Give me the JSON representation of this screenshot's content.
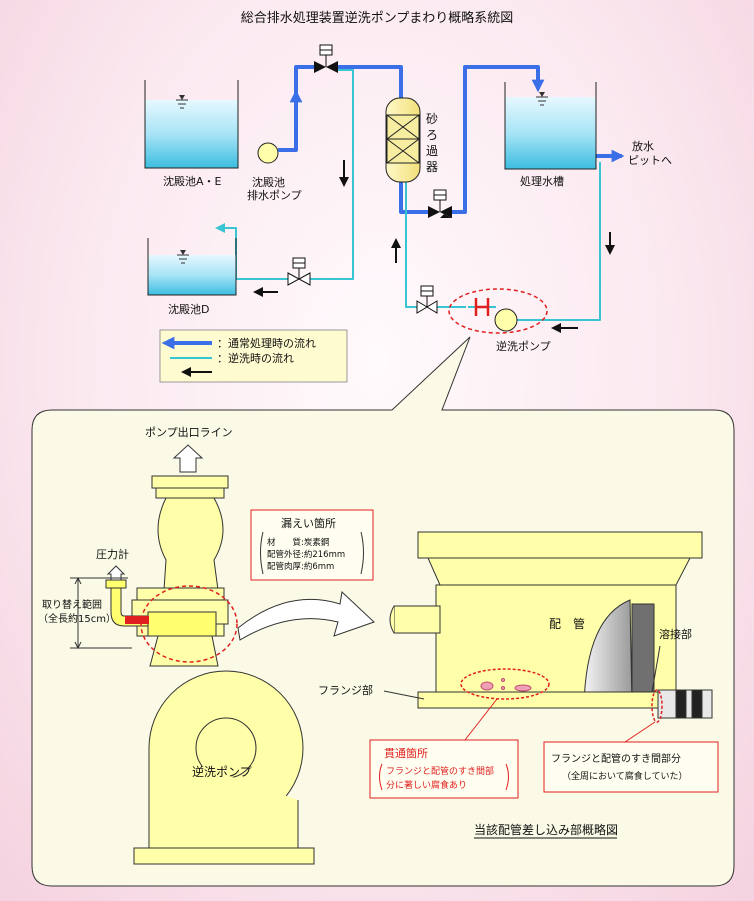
{
  "title": "総合排水処理装置逆洗ポンプまわり概略系統図",
  "upper": {
    "tank_ae": "沈殿池A・E",
    "pump_drain": [
      "沈殿池",
      "排水ポンプ"
    ],
    "sand_filter": [
      "砂",
      "ろ",
      "過",
      "器"
    ],
    "treated_tank": "処理水槽",
    "discharge": [
      "放水",
      "ピットへ"
    ],
    "tank_d": "沈殿池D",
    "backwash_pump": "逆洗ポンプ"
  },
  "legend": {
    "normal_flow": "：通常処理時の流れ",
    "backwash_flow": "：逆洗時の流れ"
  },
  "detail": {
    "pump_outlet_line": "ポンプ出口ライン",
    "pressure_gauge": "圧力計",
    "replacement_range": [
      "取り替え範囲",
      "（全長約15cm）"
    ],
    "leak_title": "漏えい箇所",
    "leak_lines": [
      "材　　質:炭素鋼",
      "配管外径:約216mm",
      "配管肉厚:約6mm"
    ],
    "pump_label": "逆洗ポンプ",
    "pipe_label": "配　管",
    "weld_label": "溶接部",
    "flange_label": "フランジ部",
    "through_title": "貫通箇所",
    "through_lines": [
      "フランジと配管のすき間部",
      "分に著しい腐食あり"
    ],
    "gap_title": "フランジと配管のすき間部分",
    "gap_note": "（全周において腐食していた）",
    "caption": "当該配管差し込み部概略図"
  },
  "colors": {
    "normal_flow": "#3b6fe8",
    "backwash_flow": "#38c4d2",
    "callout_red": "#e02020",
    "detail_bg": "#fafae6",
    "equipment_fill": "#ffffaa",
    "water": "#7fd8f0"
  }
}
